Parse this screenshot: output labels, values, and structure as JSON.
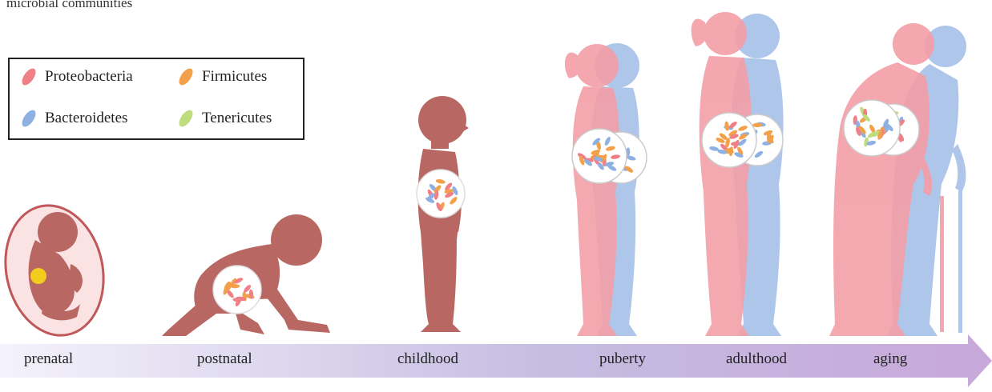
{
  "caption": "microbial communities",
  "legend": {
    "items": [
      {
        "label": "Proteobacteria",
        "color": "#f07f86"
      },
      {
        "label": "Firmicutes",
        "color": "#f3a04a"
      },
      {
        "label": "Bacteroidetes",
        "color": "#8fb0e2"
      },
      {
        "label": "Tenericutes",
        "color": "#bfdc7e"
      }
    ]
  },
  "colors": {
    "fetus_skin": "#b86763",
    "womb_fill": "#fbe3e3",
    "womb_stroke": "#c0585b",
    "female": "#f39ea6",
    "male": "#a9c3e9",
    "yolk": "#f2cd1d",
    "axis_start": "#f4f2fb",
    "axis_mid": "#c6bde2",
    "axis_end": "#c7a8da"
  },
  "stages": [
    {
      "label": "prenatal"
    },
    {
      "label": "postnatal"
    },
    {
      "label": "childhood"
    },
    {
      "label": "puberty"
    },
    {
      "label": "adulthood"
    },
    {
      "label": "aging"
    }
  ]
}
